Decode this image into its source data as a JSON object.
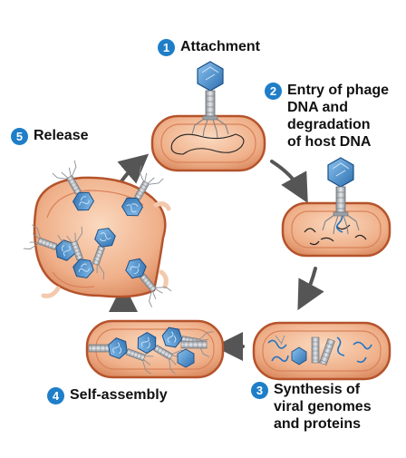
{
  "steps": [
    {
      "number": "1",
      "label": "Attachment"
    },
    {
      "number": "2",
      "label": "Entry of phage\nDNA and\ndegradation\nof host DNA"
    },
    {
      "number": "3",
      "label": "Synthesis of\nviral genomes\nand proteins"
    },
    {
      "number": "4",
      "label": "Self-assembly"
    },
    {
      "number": "5",
      "label": "Release"
    }
  ],
  "colors": {
    "badge": "#1e7ec8",
    "cell_fill": "#e8a27c",
    "cell_outline": "#b5532b",
    "cell_inner": "#f6c7a6",
    "arrow": "#555555",
    "phage_head": "#3b87c9",
    "phage_tail": "#a7aab0",
    "dna": "#222222",
    "viral_dna": "#1f74c4"
  },
  "icons": [
    "phage-icon",
    "bacterium-cell-icon",
    "cycle-arrow-icon"
  ]
}
